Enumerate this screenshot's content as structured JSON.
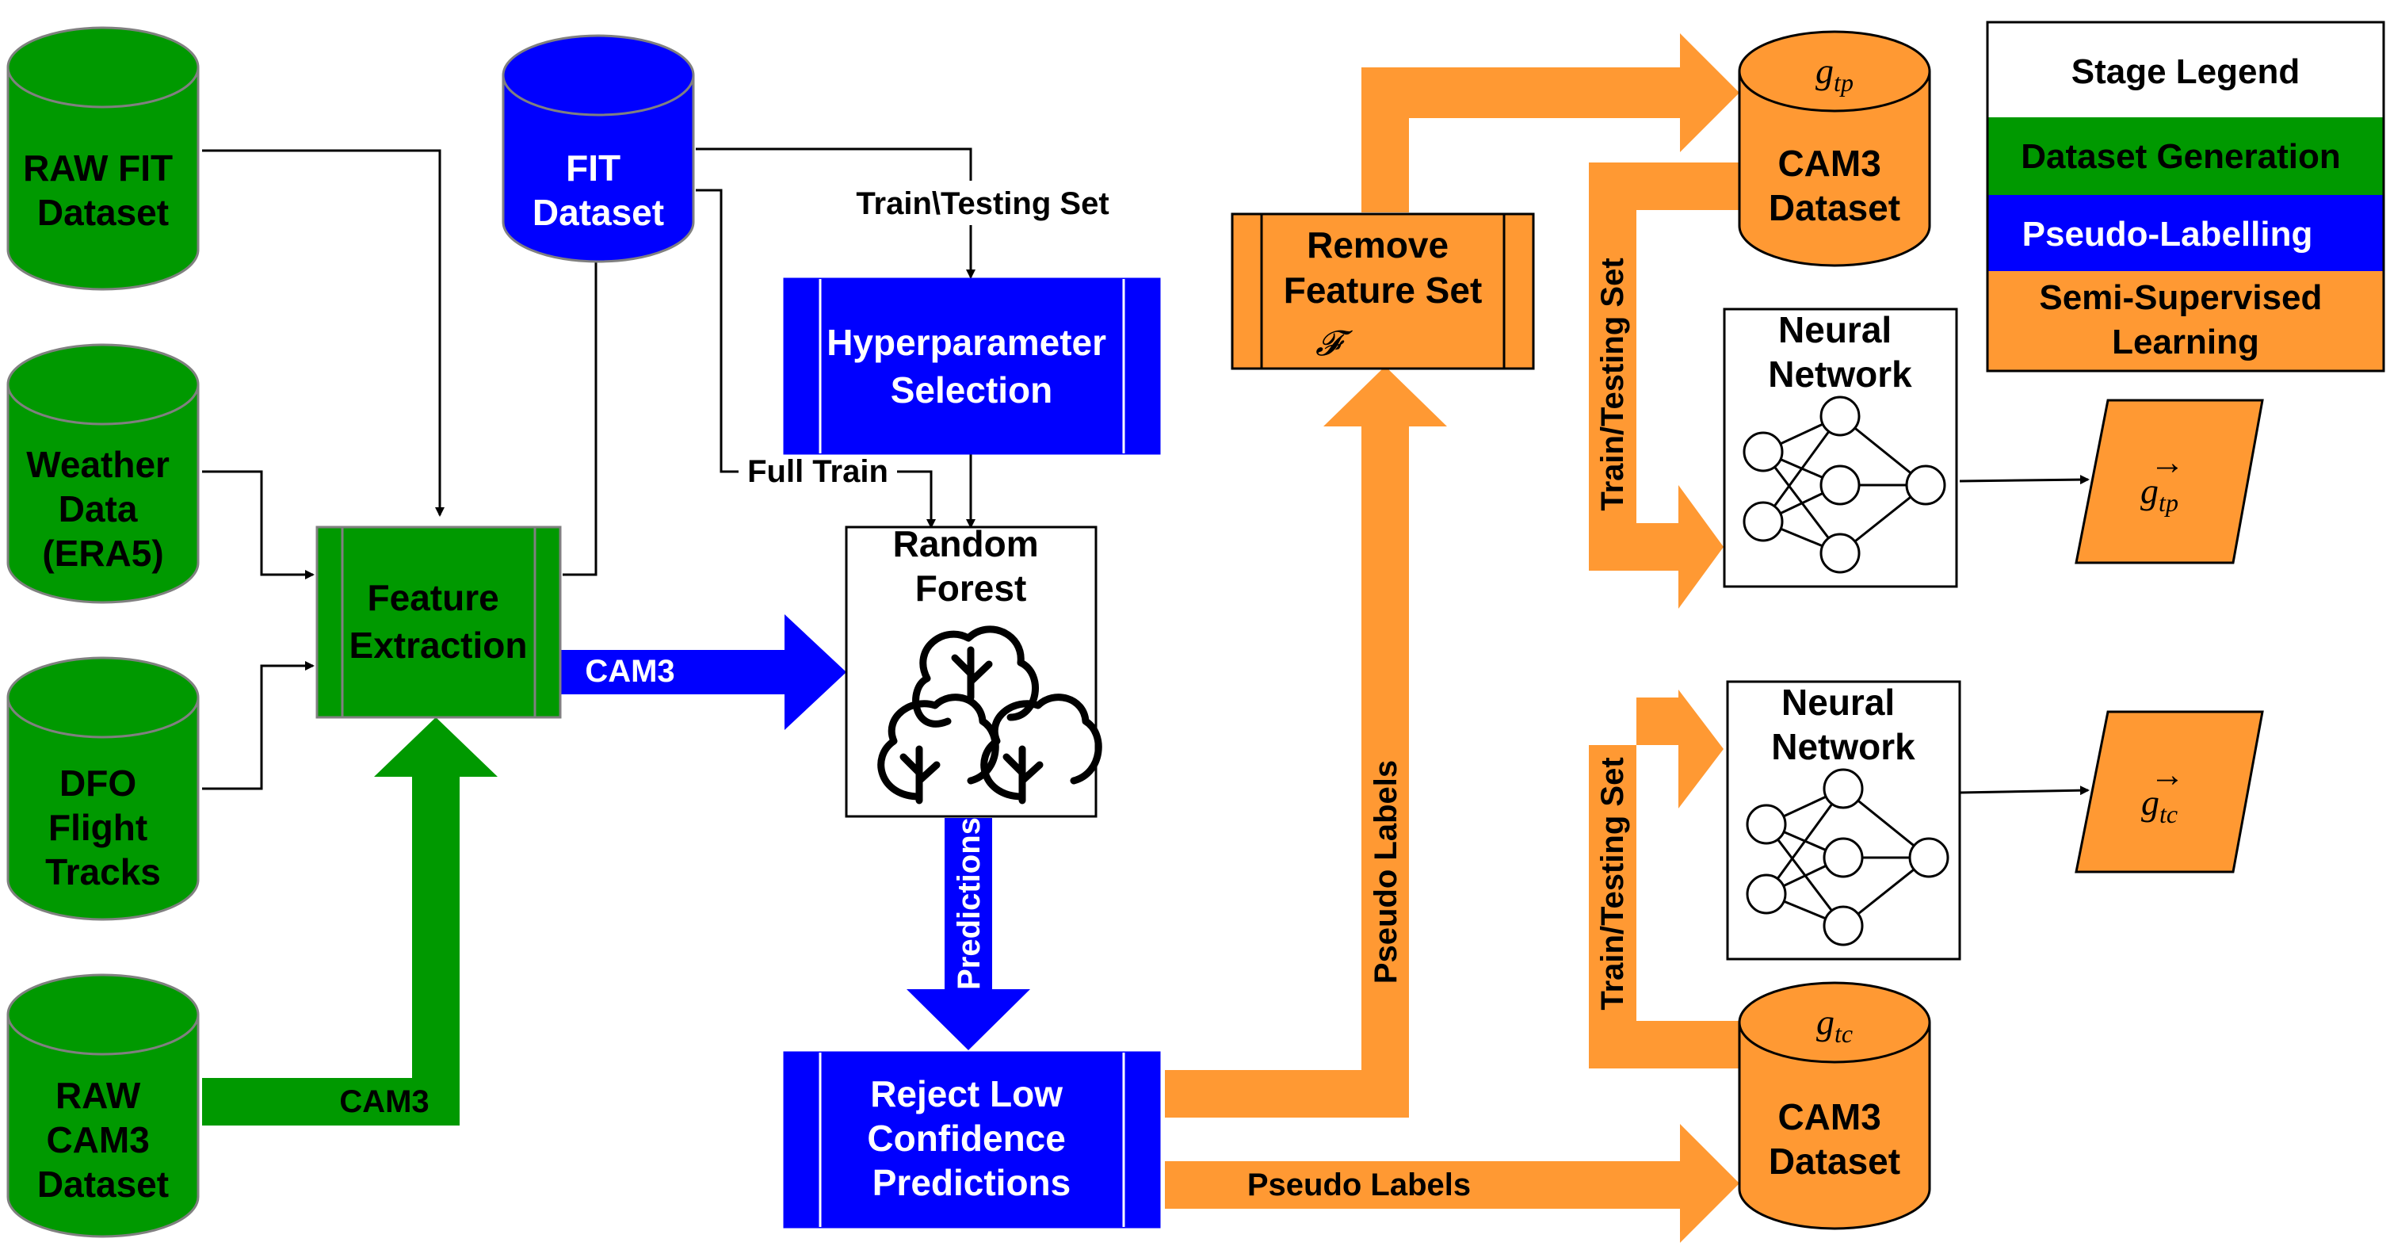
{
  "colors": {
    "green": "#009900",
    "blue": "#0000FF",
    "orange": "#FF9933",
    "stroke": "#000000",
    "cyl_stroke": "#808080"
  },
  "datasets": {
    "raw_fit": [
      "RAW FIT",
      "Dataset"
    ],
    "weather": [
      "Weather",
      "Data",
      "(ERA5)"
    ],
    "dfo": [
      "DFO",
      "Flight",
      "Tracks"
    ],
    "raw_cam3": [
      "RAW",
      "CAM3",
      "Dataset"
    ],
    "fit": [
      "FIT",
      "Dataset"
    ],
    "cam3_tp": {
      "symbol": "g",
      "sub": "tp",
      "lines": [
        "CAM3",
        "Dataset"
      ]
    },
    "cam3_tc": {
      "symbol": "g",
      "sub": "tc",
      "lines": [
        "CAM3",
        "Dataset"
      ]
    }
  },
  "processes": {
    "feature_extraction": [
      "Feature",
      "Extraction"
    ],
    "hyperparameter": [
      "Hyperparameter",
      "Selection"
    ],
    "reject_low": [
      "Reject Low",
      "Confidence",
      "Predictions"
    ],
    "remove_feature": {
      "lines": [
        "Remove",
        "Feature Set"
      ],
      "symbol": "𝓕"
    }
  },
  "models": {
    "random_forest": [
      "Random",
      "Forest"
    ],
    "nn_tp": [
      "Neural",
      "Network"
    ],
    "nn_tc": [
      "Neural",
      "Network"
    ]
  },
  "outputs": {
    "g_tp": {
      "symbol": "g",
      "sub": "tp",
      "arrow": "→"
    },
    "g_tc": {
      "symbol": "g",
      "sub": "tc",
      "arrow": "→"
    }
  },
  "edge_labels": {
    "train_testing_set": "Train\\Testing Set",
    "full_train": "Full Train",
    "cam3_to_rf": "CAM3",
    "cam3_raw": "CAM3",
    "predictions": "Predictions",
    "pseudo_labels_up": "Pseudo Labels",
    "pseudo_labels_right": "Pseudo Labels",
    "train_testing_tp": "Train/Testing Set",
    "train_testing_tc": "Train/Testing Set"
  },
  "legend": {
    "title": "Stage Legend",
    "items": [
      {
        "lines": [
          "Dataset Generation"
        ],
        "color": "#009900",
        "text_color": "#000000"
      },
      {
        "lines": [
          "Pseudo-Labelling"
        ],
        "color": "#0000FF",
        "text_color": "#FFFFFF"
      },
      {
        "lines": [
          "Semi-Supervised",
          "Learning"
        ],
        "color": "#FF9933",
        "text_color": "#000000"
      }
    ]
  }
}
